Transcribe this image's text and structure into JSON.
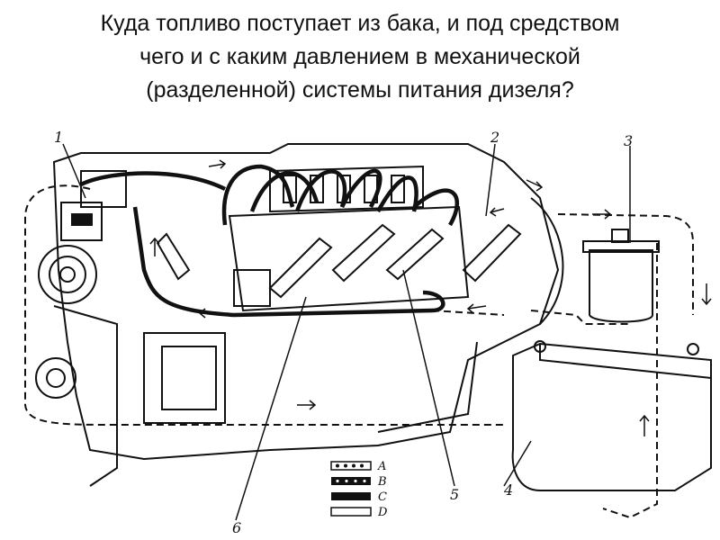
{
  "question": {
    "line1": "Куда топливо поступает из бака, и под средством",
    "line2": "чего и с каким давлением в механической",
    "line3": "(разделенной) системы питания дизеля?"
  },
  "callouts": {
    "c1": "1",
    "c2": "2",
    "c3": "3",
    "c4": "4",
    "c5": "5",
    "c6": "6"
  },
  "legend": {
    "a": "A",
    "b": "B",
    "c": "C",
    "d": "D"
  }
}
